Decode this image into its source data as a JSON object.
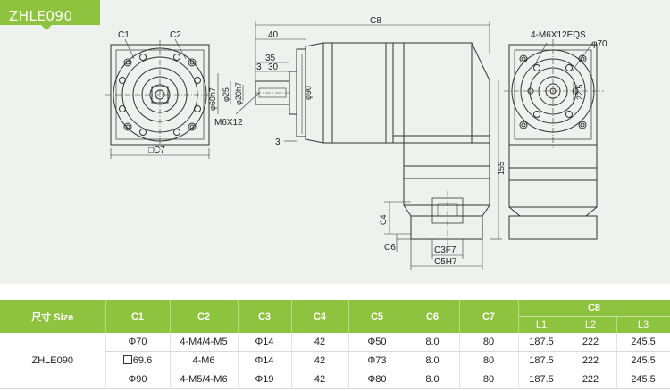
{
  "model": "ZHLE090",
  "colors": {
    "accent": "#8dc33e",
    "drawing_bg": "#eef2ee",
    "line": "#333333"
  },
  "drawing": {
    "labels": {
      "c1": "C1",
      "c2": "C2",
      "c7": "□C7",
      "c8": "C8",
      "d40": "40",
      "d35": "35",
      "d3a": "3",
      "d30": "30",
      "phi90": "φ90",
      "phi60": "φ60h7",
      "phi25": "φ25",
      "phi20": "φ20h7",
      "m6x12": "M6X12",
      "d3b": "3",
      "m6eqs": "4-M6X12EQS",
      "phi70": "φ70",
      "d225": "22.5",
      "d155": "155",
      "c4": "C4",
      "c6": "C6",
      "c3": "C3F7",
      "c5": "C5H7"
    }
  },
  "table": {
    "headers": [
      "尺寸 Size",
      "C1",
      "C2",
      "C3",
      "C4",
      "C5",
      "C6",
      "C7",
      "C8"
    ],
    "sub_headers": [
      "L1",
      "L2",
      "L3"
    ],
    "model": "ZHLE090",
    "rows": [
      [
        "Φ70",
        "4-M4/4-M5",
        "Φ14",
        "42",
        "Φ50",
        "8.0",
        "80",
        "187.5",
        "222",
        "245.5"
      ],
      [
        "69.6",
        "4-M6",
        "Φ14",
        "42",
        "Φ73",
        "8.0",
        "80",
        "187.5",
        "222",
        "245.5"
      ],
      [
        "Φ90",
        "4-M5/4-M6",
        "Φ19",
        "42",
        "Φ80",
        "8.0",
        "80",
        "187.5",
        "222",
        "245.5"
      ]
    ]
  }
}
